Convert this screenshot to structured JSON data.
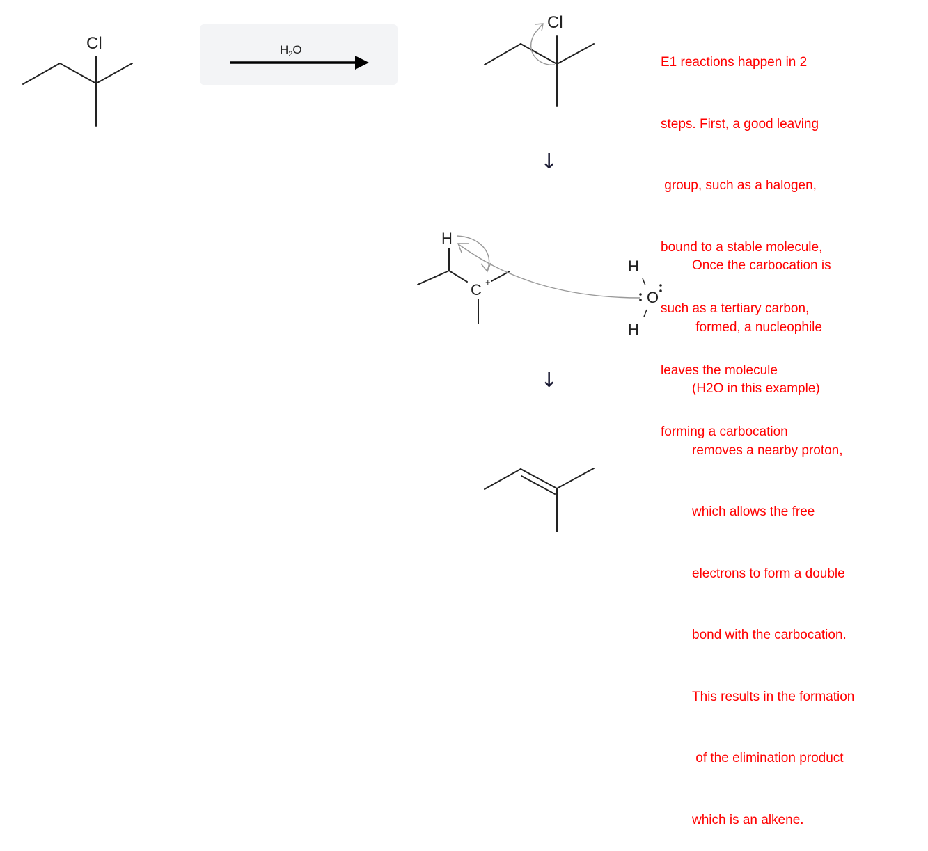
{
  "reaction": {
    "reactant": {
      "name": "2-chloro-2-methylbutane",
      "label_Cl": "Cl"
    },
    "reagent": {
      "label": "H",
      "subscript": "2",
      "label_suffix": "O"
    },
    "step1": {
      "label_Cl": "Cl",
      "arrow_glyph": "↓"
    },
    "step2": {
      "label_H": "H",
      "label_C": "C",
      "charge": "+",
      "water": {
        "H_top": "H",
        "O": "O",
        "H_bottom": "H"
      },
      "arrow_glyph": "↓"
    },
    "product": {
      "name": "2-methyl-2-butene"
    }
  },
  "notes": {
    "color": "#ff0000",
    "note1": {
      "lines": [
        "E1 reactions happen in 2",
        "steps. First, a good leaving",
        " group, such as a halogen,",
        "bound to a stable molecule,",
        "such as a tertiary carbon,",
        "leaves the molecule",
        "forming a carbocation"
      ]
    },
    "note2": {
      "lines": [
        "Once the carbocation is",
        " formed, a nucleophile",
        "(H2O in this example)",
        "removes a nearby proton,",
        "which allows the free",
        "electrons to form a double",
        "bond with the carbocation.",
        "This results in the formation",
        " of the elimination product",
        "which is an alkene."
      ]
    }
  }
}
